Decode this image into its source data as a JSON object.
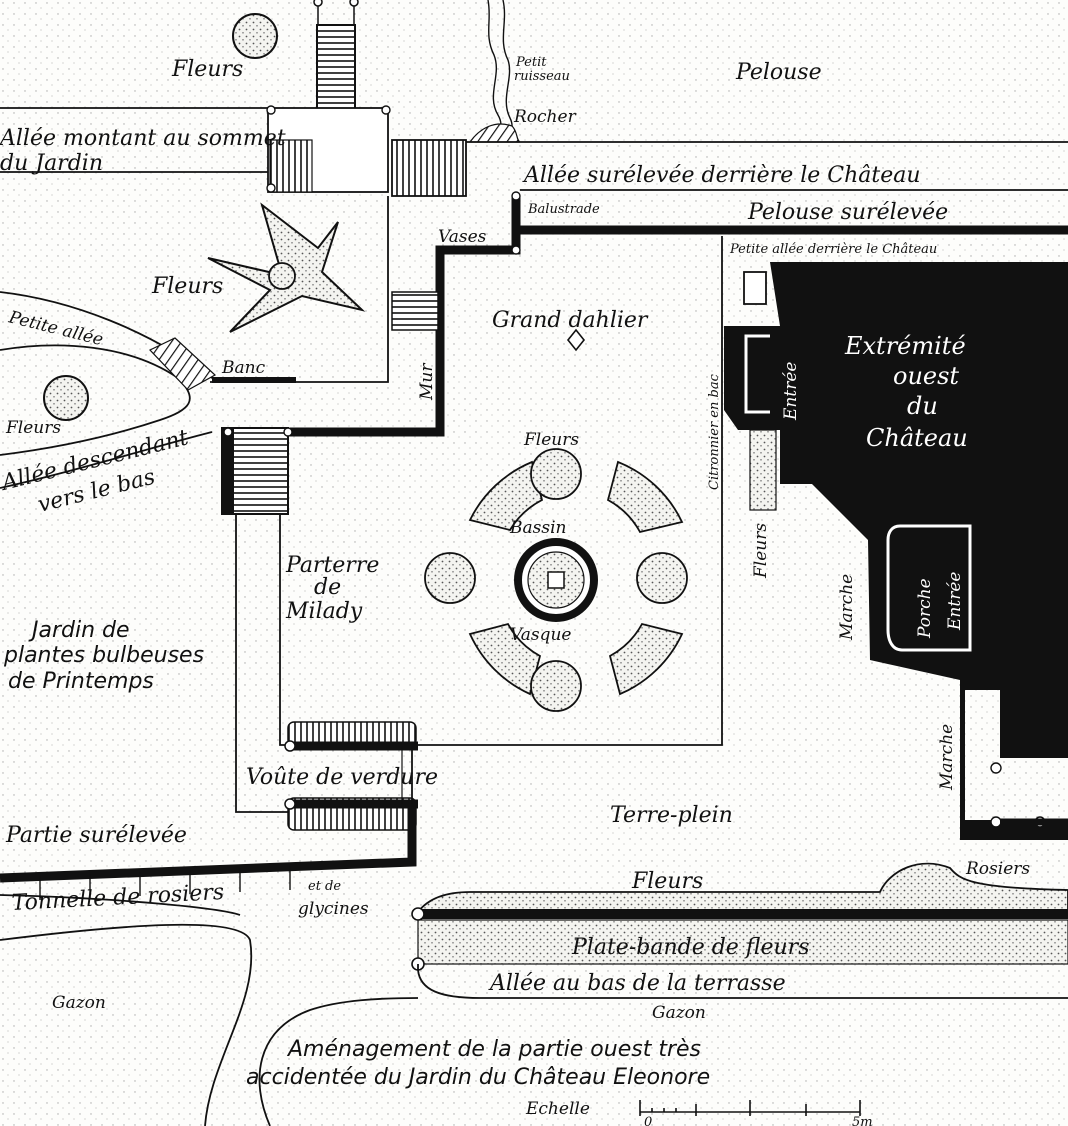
{
  "labels": {
    "fleurs_top": "Fleurs",
    "petit_ruisseau_1": "Petit",
    "petit_ruisseau_2": "ruisseau",
    "pelouse": "Pelouse",
    "rocher": "Rocher",
    "allee_montant_1": "Allée montant au sommet",
    "allee_montant_2": "du Jardin",
    "allee_surelevee": "Allée surélevée derrière le Château",
    "balustrade": "Balustrade",
    "pelouse_surelevee": "Pelouse surélevée",
    "vases": "Vases",
    "petite_allee_chateau": "Petite allée derrière le Château",
    "fleurs_star": "Fleurs",
    "grand_dahlier": "Grand dahlier",
    "petite_allee": "Petite allée",
    "banc": "Banc",
    "mur": "Mur",
    "citronnier": "Citronnier en bac",
    "entree_1": "Entrée",
    "chateau_1": "Extrémité",
    "chateau_2": "ouest",
    "chateau_3": "du",
    "chateau_4": "Château",
    "fleurs_left": "Fleurs",
    "allee_descendant_1": "Allée descendant",
    "allee_descendant_2": "vers le bas",
    "fleurs_parterre": "Fleurs",
    "bassin": "Bassin",
    "fleurs_vertical": "Fleurs",
    "parterre_1": "Parterre",
    "parterre_2": "de",
    "parterre_3": "Milady",
    "vasque": "Vasque",
    "marche_1": "Marche",
    "porche": "Porche",
    "entree_2": "Entrée",
    "jardin_bulbes_1": "Jardin de",
    "jardin_bulbes_2": "plantes bulbeuses",
    "jardin_bulbes_3": "de Printemps",
    "marche_2": "Marche",
    "voute": "Voûte de verdure",
    "terre_plein": "Terre-plein",
    "partie_surelevee": "Partie surélevée",
    "rosiers": "Rosiers",
    "fleurs_bottom": "Fleurs",
    "tonnelle_1": "Tonnelle de rosiers",
    "tonnelle_2": "et de",
    "tonnelle_3": "glycines",
    "plate_bande": "Plate-bande de fleurs",
    "gazon_left": "Gazon",
    "allee_bas": "Allée au bas de la terrasse",
    "gazon_center": "Gazon",
    "caption_1": "Aménagement de la partie ouest très",
    "caption_2": "accidentée du Jardin du Château Eleonore",
    "echelle": "Echelle",
    "scale_0": "0",
    "scale_end": "5m"
  },
  "colors": {
    "ink": "#111111",
    "paper": "#fdfdfb",
    "stipple": "#9a9a9a"
  }
}
